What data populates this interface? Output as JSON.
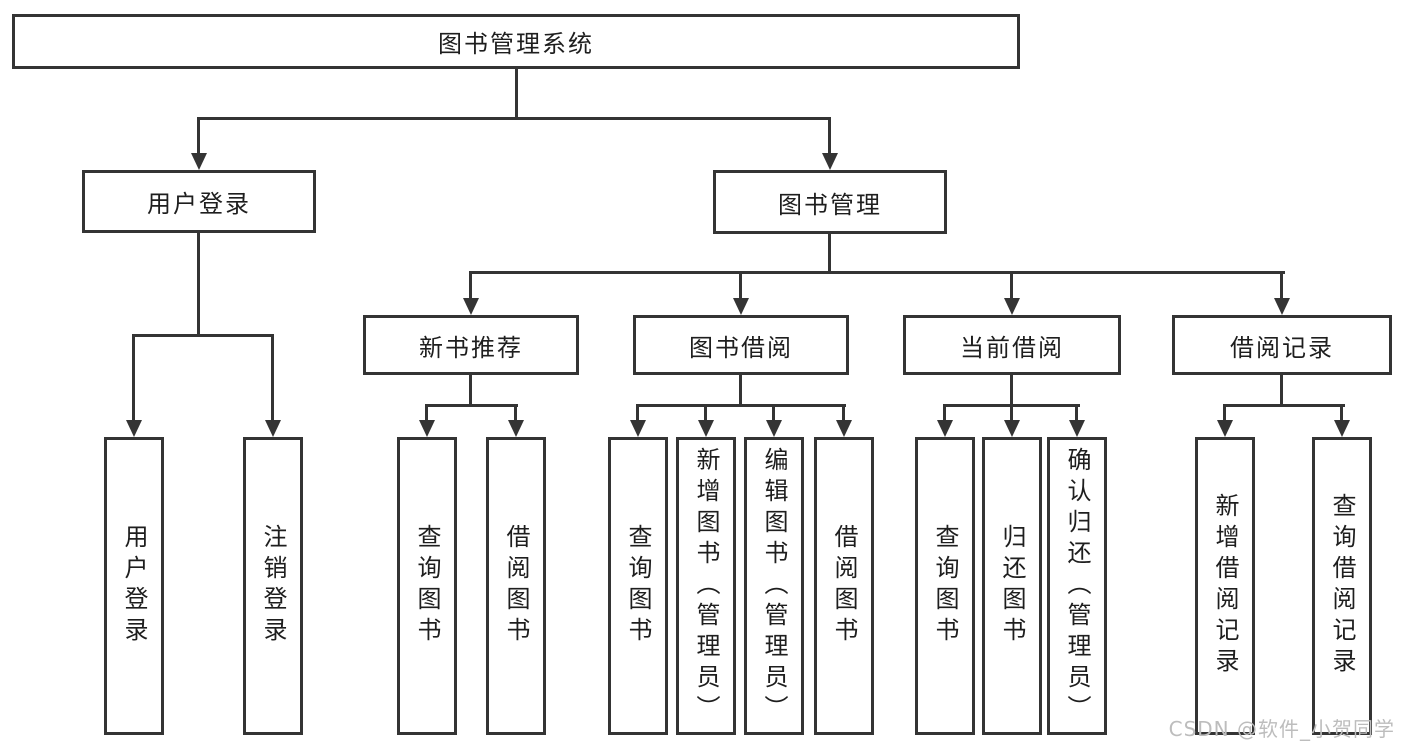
{
  "diagram": {
    "type": "hierarchy-tree",
    "title": "图书管理系统",
    "nodes": {
      "root": "图书管理系统",
      "user_login": "用户登录",
      "book_management": "图书管理",
      "new_book_recommend": "新书推荐",
      "book_borrow": "图书借阅",
      "current_borrow": "当前借阅",
      "borrow_records": "借阅记录",
      "leaf_user_login": "用户登录",
      "leaf_logout": "注销登录",
      "leaf_nb_query_book": "查询图书",
      "leaf_nb_borrow_book": "借阅图书",
      "leaf_bb_query_book": "查询图书",
      "leaf_bb_add_book": "新增图书（管理员）",
      "leaf_bb_edit_book": "编辑图书（管理员）",
      "leaf_bb_borrow_book": "借阅图书",
      "leaf_cb_query_book": "查询图书",
      "leaf_cb_return_book": "归还图书",
      "leaf_cb_confirm_return": "确认归还（管理员）",
      "leaf_br_add_record": "新增借阅记录",
      "leaf_br_query_record": "查询借阅记录"
    },
    "hierarchy": {
      "图书管理系统": {
        "用户登录": [
          "用户登录",
          "注销登录"
        ],
        "图书管理": {
          "新书推荐": [
            "查询图书",
            "借阅图书"
          ],
          "图书借阅": [
            "查询图书",
            "新增图书（管理员）",
            "编辑图书（管理员）",
            "借阅图书"
          ],
          "当前借阅": [
            "查询图书",
            "归还图书",
            "确认归还（管理员）"
          ],
          "借阅记录": [
            "新增借阅记录",
            "查询借阅记录"
          ]
        }
      }
    },
    "colors": {
      "line": "#343434",
      "box_border": "#343434",
      "box_fill": "#ffffff",
      "text": "#1e1e1e",
      "watermark": "#bdbdbd",
      "background": "#ffffff"
    }
  },
  "watermark": "CSDN @软件_小贺同学"
}
